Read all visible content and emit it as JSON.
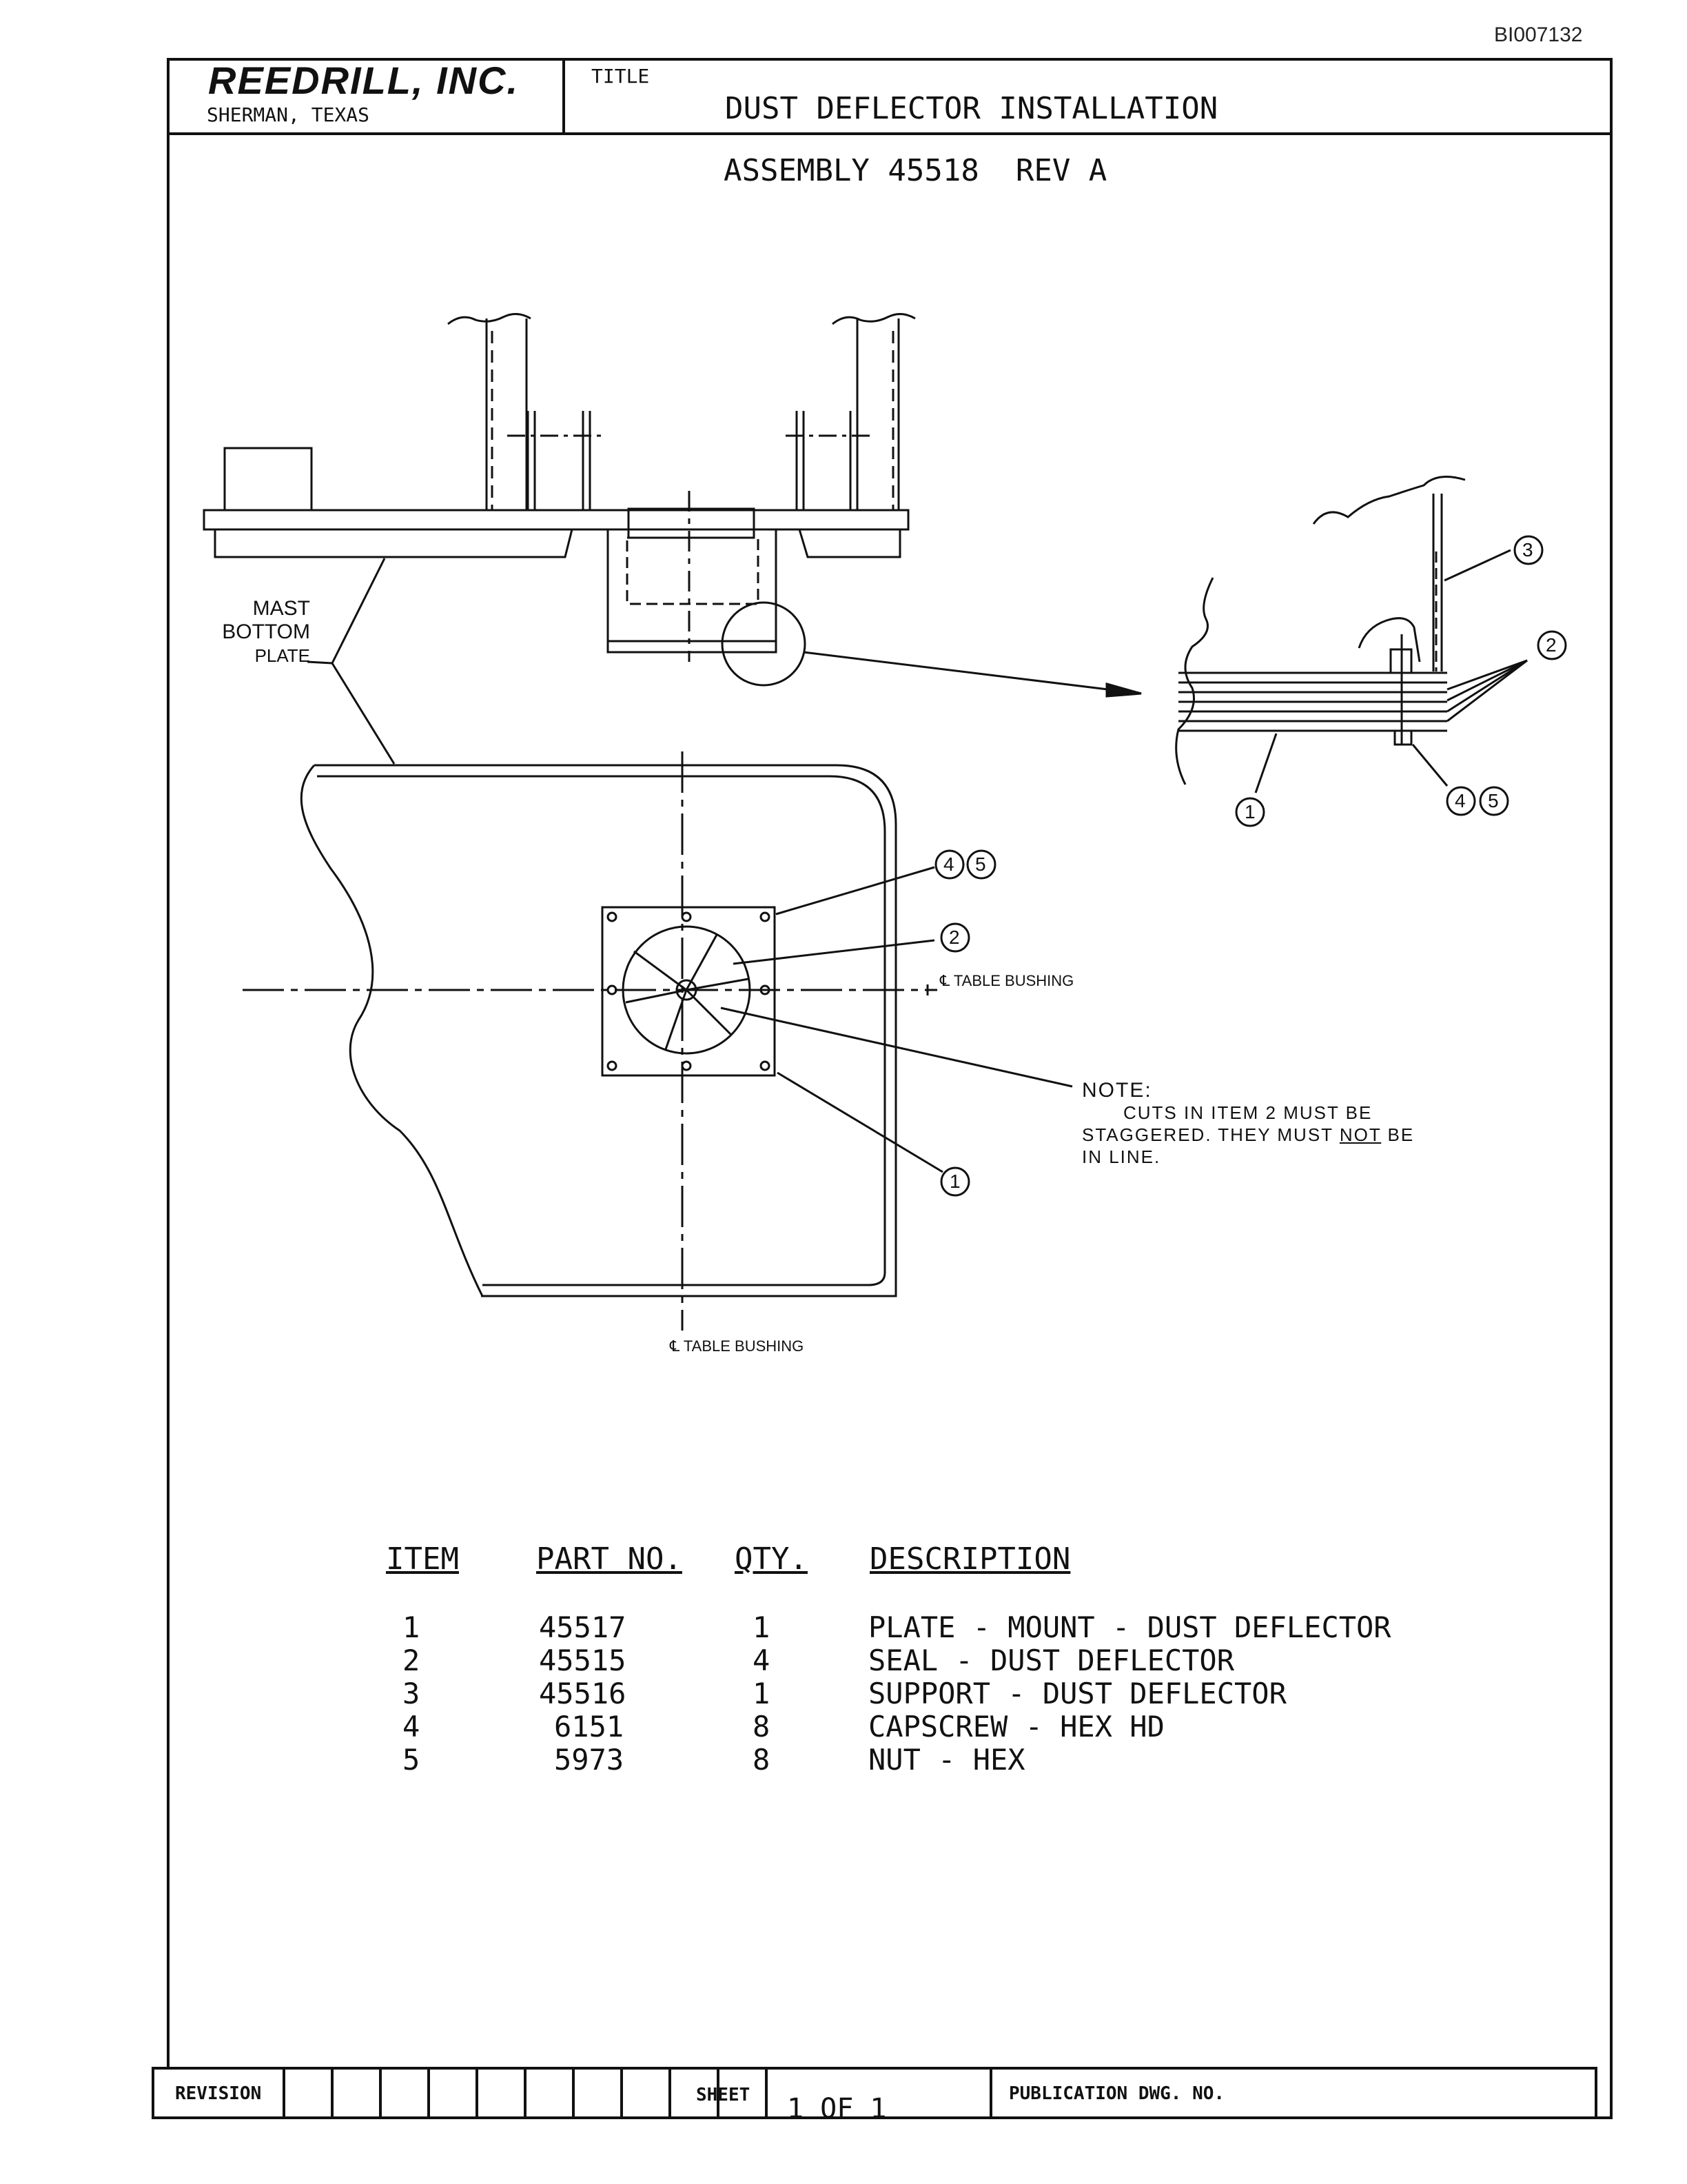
{
  "doc_id": "BI007132",
  "title_block": {
    "company": "REEDRILL, INC.",
    "location": "SHERMAN, TEXAS",
    "title_label": "TITLE",
    "title": "DUST DEFLECTOR INSTALLATION"
  },
  "assembly": "ASSEMBLY 45518  REV A",
  "drawing": {
    "mast_label_line1": "MAST",
    "mast_label_line2": "BOTTOM",
    "mast_label_line3": "PLATE",
    "centerline_h_label": "℄ TABLE BUSHING",
    "centerline_v_label": "℄ TABLE BUSHING",
    "note_title": "NOTE:",
    "note_line1": "CUTS IN ITEM 2 MUST BE",
    "note_line2": "STAGGERED. THEY MUST",
    "note_not": "NOT",
    "note_be": "BE",
    "note_line3": "IN LINE.",
    "callouts": {
      "c1": "1",
      "c2": "2",
      "c3": "3",
      "c4": "4",
      "c5": "5"
    }
  },
  "parts_table": {
    "headers": {
      "item": "ITEM",
      "part": "PART NO.",
      "qty": "QTY.",
      "desc": "DESCRIPTION"
    },
    "rows": [
      {
        "item": "1",
        "part": "45517",
        "qty": "1",
        "desc": "PLATE - MOUNT - DUST DEFLECTOR"
      },
      {
        "item": "2",
        "part": "45515",
        "qty": "4",
        "desc": "SEAL - DUST DEFLECTOR"
      },
      {
        "item": "3",
        "part": "45516",
        "qty": "1",
        "desc": "SUPPORT - DUST DEFLECTOR"
      },
      {
        "item": "4",
        "part": "6151",
        "qty": "8",
        "desc": "CAPSCREW - HEX HD"
      },
      {
        "item": "5",
        "part": "5973",
        "qty": "8",
        "desc": "NUT - HEX"
      }
    ]
  },
  "footer": {
    "revision_label": "REVISION",
    "sheet_label": "SHEET",
    "sheet_value": "1 OF 1",
    "pub_label": "PUBLICATION DWG. NO."
  }
}
